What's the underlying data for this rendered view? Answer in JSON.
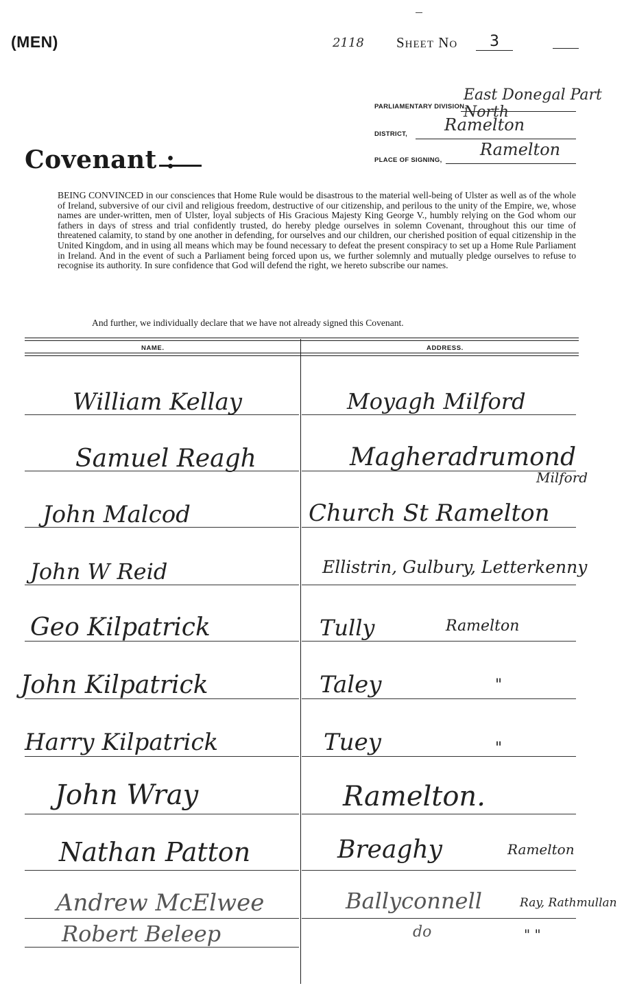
{
  "header": {
    "section": "(MEN)",
    "reference": "2118",
    "sheet_label": "Sheet No",
    "sheet_number": "3"
  },
  "form_fields": [
    {
      "label": "PARLIAMENTARY DIVISION,",
      "value": "East Donegal Part North"
    },
    {
      "label": "DISTRICT,",
      "value": "Ramelton"
    },
    {
      "label": "PLACE OF SIGNING,",
      "value": "Ramelton"
    }
  ],
  "title": "Covenant :",
  "covenant_text": "BEING CONVINCED in our consciences that Home Rule would be disastrous to the material well-being of Ulster as well as of the whole of Ireland, subversive of our civil and religious freedom, destructive of our citizenship, and perilous to the unity of the Empire, we, whose names are under-written, men of Ulster, loyal subjects of His Gracious Majesty King George V., humbly relying on the God whom our fathers in days of stress and trial confidently trusted, do hereby pledge ourselves in solemn Covenant, throughout this our time of threatened calamity, to stand by one another in defending, for ourselves and our children, our cherished position of equal citizenship in the United Kingdom, and in using all means which may be found necessary to defeat the present conspiracy to set up a Home Rule Parliament in Ireland. And in the event of such a Parliament being forced upon us, we further solemnly and mutually pledge ourselves to refuse to recognise its authority. In sure confidence that God will defend the right, we hereto subscribe our names.",
  "declaration": "And further, we individually declare that we have not already signed this Covenant.",
  "columns": {
    "name": "NAME.",
    "address": "ADDRESS."
  },
  "signatures": [
    {
      "name": "William Kellay",
      "address": "Moyagh Milford",
      "address_note": ""
    },
    {
      "name": "Samuel Reagh",
      "address": "Magheradrumond",
      "address_note": "Milford"
    },
    {
      "name": "John Malcod",
      "address": "Church St Ramelton",
      "address_note": ""
    },
    {
      "name": "John W Reid",
      "address": "Ellistrin, Gulbury, Letterkenny",
      "address_note": ""
    },
    {
      "name": "Geo Kilpatrick",
      "address": "Tully",
      "address_note": "Ramelton"
    },
    {
      "name": "John Kilpatrick",
      "address": "Taley",
      "address_note": "\""
    },
    {
      "name": "Harry Kilpatrick",
      "address": "Tuey",
      "address_note": "\""
    },
    {
      "name": "John Wray",
      "address": "Ramelton.",
      "address_note": ""
    },
    {
      "name": "Nathan Patton",
      "address": "Breaghy",
      "address_note": "Ramelton"
    },
    {
      "name": "Andrew McElwee",
      "address": "Ballyconnell",
      "address_note": "Ray, Rathmullan"
    },
    {
      "name": "Robert Beleep",
      "address": "do",
      "address_note": "\"   \""
    }
  ]
}
